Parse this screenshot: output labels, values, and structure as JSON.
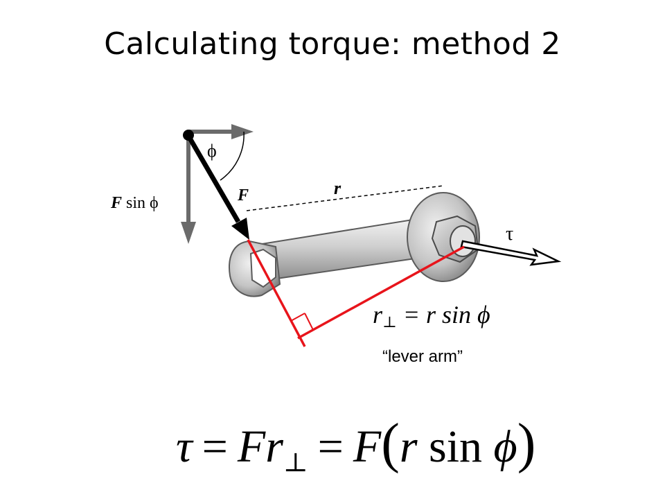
{
  "slide": {
    "title": "Calculating torque: method 2"
  },
  "labels": {
    "phi": "ϕ",
    "force": "F",
    "force_component_symbol": "F",
    "force_component_rest": " sin ϕ",
    "r": "r",
    "tau": "τ",
    "lever_arm_eq_r": "r",
    "lever_arm_eq_perp": "⊥",
    "lever_arm_eq_rest": " = r sin ϕ",
    "lever_arm_caption": "“lever arm”"
  },
  "equation": {
    "tau": "τ",
    "eq1": "=",
    "F1": "F",
    "r1": "r",
    "perp": "⊥",
    "eq2": "=",
    "F2": "F",
    "open": "(",
    "r2": "r",
    "sin": " sin ",
    "phi": "ϕ",
    "close": ")"
  },
  "colors": {
    "arrow_gray": "#6b6b6b",
    "force_black": "#000000",
    "lever_red": "#e8141b",
    "wrench_light": "#d9d9d9",
    "wrench_mid": "#b3b3b3",
    "wrench_dark": "#6e6e6e"
  }
}
